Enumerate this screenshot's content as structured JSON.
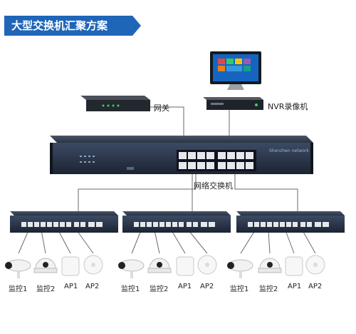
{
  "title": "大型交换机汇聚方案",
  "labels": {
    "gateway": "网关",
    "nvr": "NVR录像机",
    "core_switch": "网络交换机",
    "brand": "Shenzhen network"
  },
  "groups": [
    {
      "devices": [
        "监控1",
        "监控2",
        "AP1",
        "AP2"
      ]
    },
    {
      "devices": [
        "监控1",
        "监控2",
        "AP1",
        "AP2"
      ]
    },
    {
      "devices": [
        "监控1",
        "监控2",
        "AP1",
        "AP2"
      ]
    }
  ],
  "colors": {
    "accent": "#1f65b8",
    "switch_body": "#2a3344",
    "link": "#6a6a6a"
  }
}
